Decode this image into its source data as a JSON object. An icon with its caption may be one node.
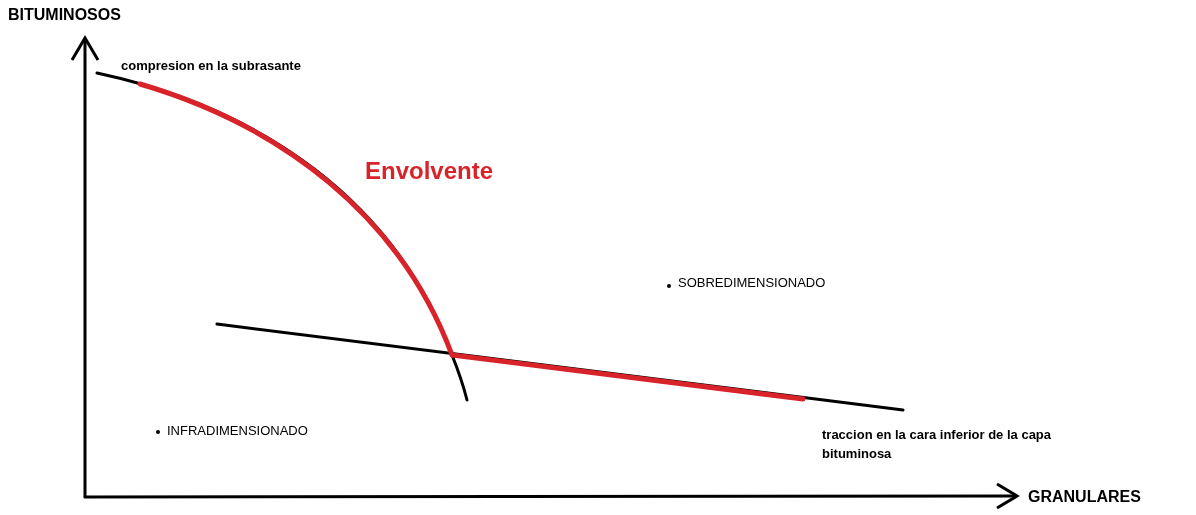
{
  "diagram": {
    "labels": [
      "BITUMINOSOS",
      "compresion en la subrasante",
      "Envolvente",
      "SOBREDIMENSIONADO",
      "INFRADIMENSIONADO",
      "traccion en la cara inferior de la capa bituminosa",
      "GRANULARES"
    ]
  }
}
